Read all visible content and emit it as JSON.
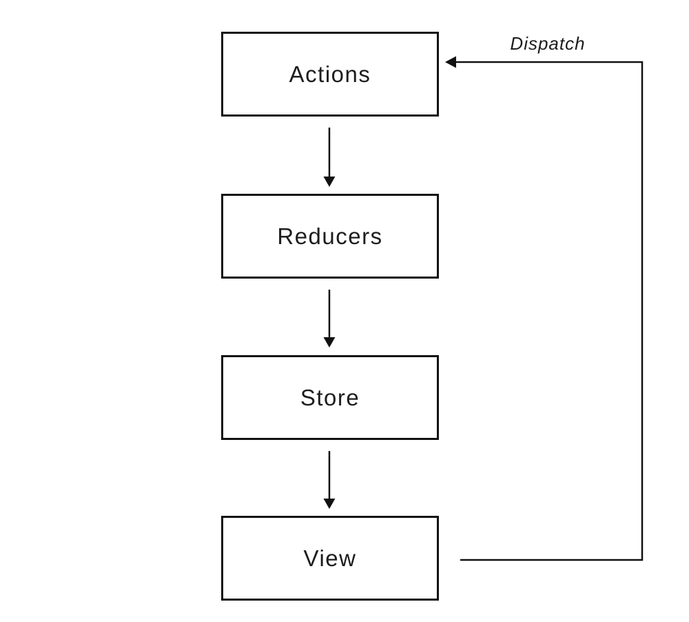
{
  "diagram": {
    "nodes": [
      {
        "id": "actions",
        "label": "Actions"
      },
      {
        "id": "reducers",
        "label": "Reducers"
      },
      {
        "id": "store",
        "label": "Store"
      },
      {
        "id": "view",
        "label": "View"
      }
    ],
    "edges": [
      {
        "from": "actions",
        "to": "reducers",
        "label": ""
      },
      {
        "from": "reducers",
        "to": "store",
        "label": ""
      },
      {
        "from": "store",
        "to": "view",
        "label": ""
      },
      {
        "from": "view",
        "to": "actions",
        "label": "Dispatch"
      }
    ],
    "colors": {
      "stroke": "#111111",
      "text": "#1d1d1d",
      "background": "#ffffff"
    }
  }
}
